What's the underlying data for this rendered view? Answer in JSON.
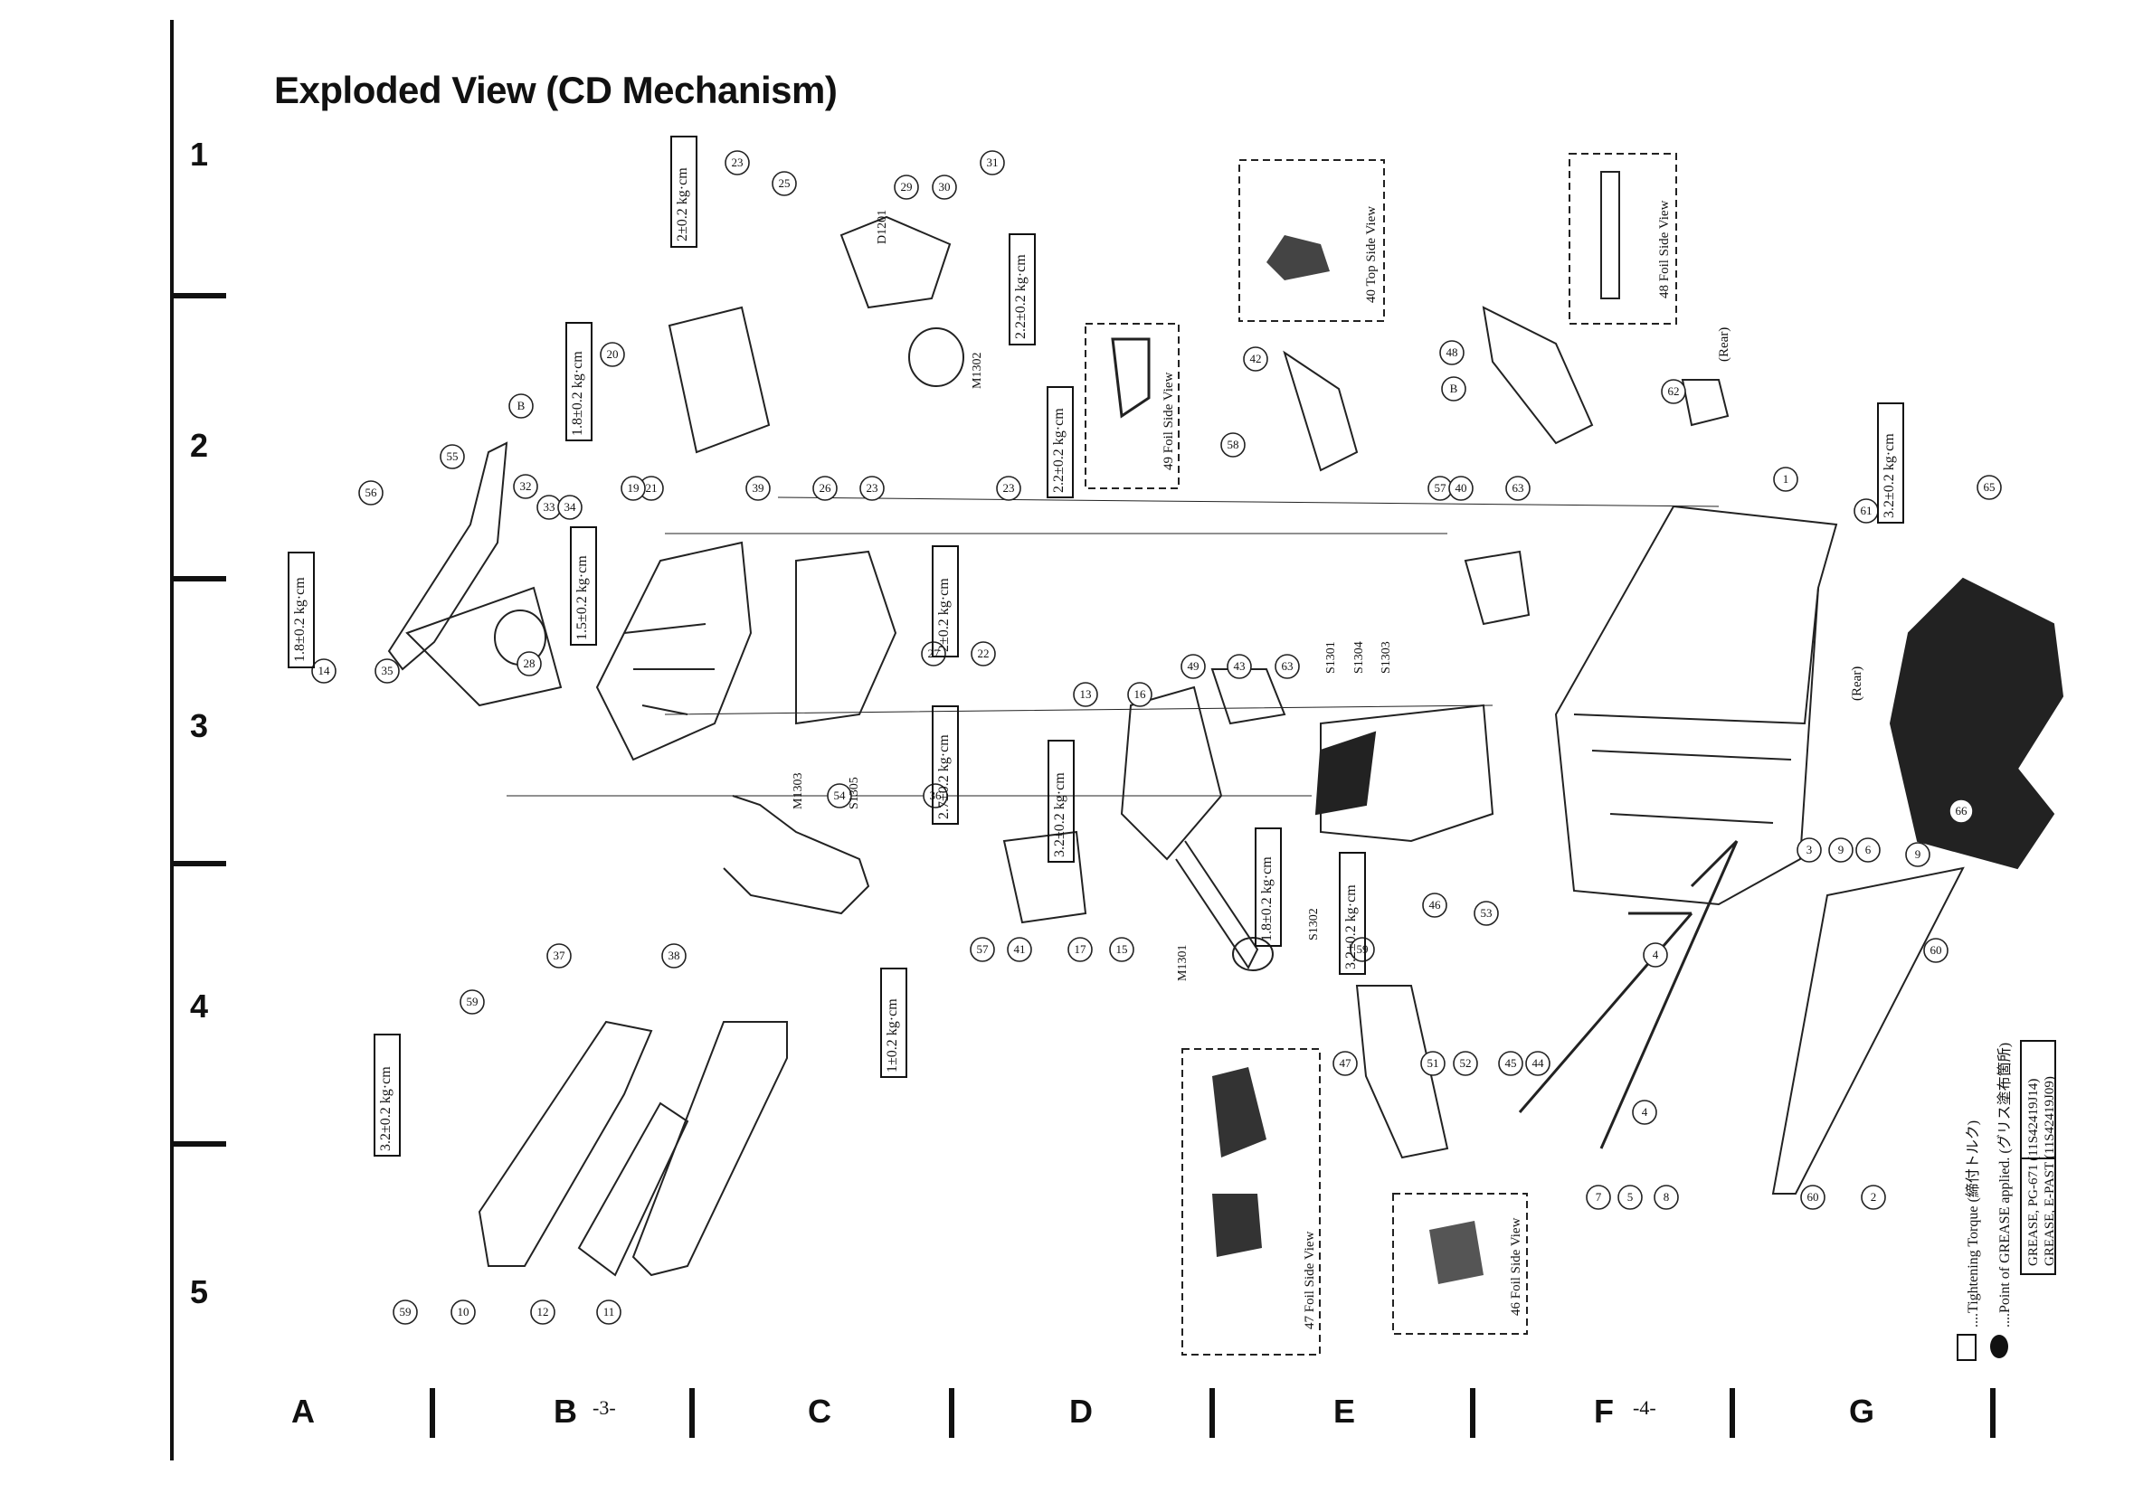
{
  "title": "Exploded View (CD Mechanism)",
  "rows": [
    "1",
    "2",
    "3",
    "4",
    "5"
  ],
  "columns": [
    "A",
    "B",
    "C",
    "D",
    "E",
    "F",
    "G"
  ],
  "page_numbers": {
    "left": "-3-",
    "right": "-4-"
  },
  "torques": {
    "t18": "1.8±0.2 kg·cm",
    "t15": "1.5±0.2 kg·cm",
    "t20": "2±0.2 kg·cm",
    "t22": "2.2±0.2 kg·cm",
    "t27": "2.7±0.2 kg·cm",
    "t32": "3.2±0.2 kg·cm",
    "t10": "1±0.2 kg·cm"
  },
  "views": {
    "top_40": "40 Top Side View",
    "foil_48": "48 Foil Side View",
    "foil_49": "49 Foil Side View",
    "foil_47": "47 Foil Side View",
    "foil_46": "46 Foil Side View"
  },
  "rear": "(Rear)",
  "components": [
    "D1201",
    "M1302",
    "M1303",
    "S1305",
    "M1301",
    "S1301",
    "S1304",
    "S1303",
    "S1302"
  ],
  "legend": {
    "torque": "....Tightening Torque (締付トルク)",
    "grease": "....Point of GREASE applied. (グリス塗布箇所)",
    "grease_a": "GREASE, PG-671 (11S42419J14)",
    "grease_b": "GREASE, E-PAST (11S42419J09)"
  }
}
